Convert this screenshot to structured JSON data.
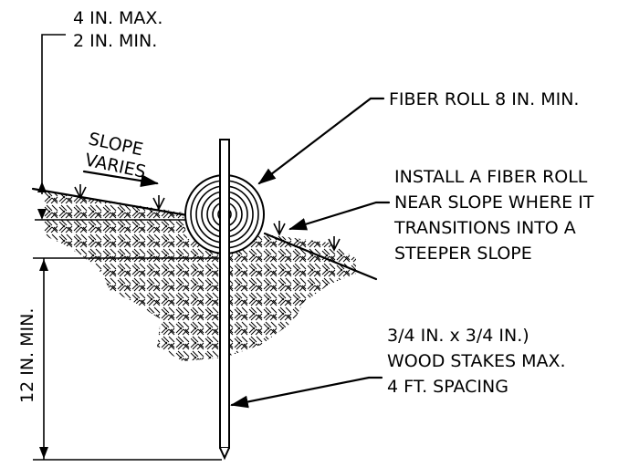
{
  "diagram": {
    "depth_labels": [
      "4 IN. MAX.",
      "2 IN. MIN."
    ],
    "fiber_roll_label": "FIBER ROLL 8 IN. MIN.",
    "slope_labels": [
      "SLOPE",
      "VARIES"
    ],
    "install_note": [
      "INSTALL A FIBER ROLL",
      "NEAR SLOPE WHERE IT",
      "TRANSITIONS INTO A",
      "STEEPER SLOPE"
    ],
    "stake_note": [
      "3/4 IN. x 3/4 IN.)",
      "WOOD STAKES MAX.",
      "4 FT. SPACING"
    ],
    "trench_depth_label": "12 IN. MIN."
  }
}
